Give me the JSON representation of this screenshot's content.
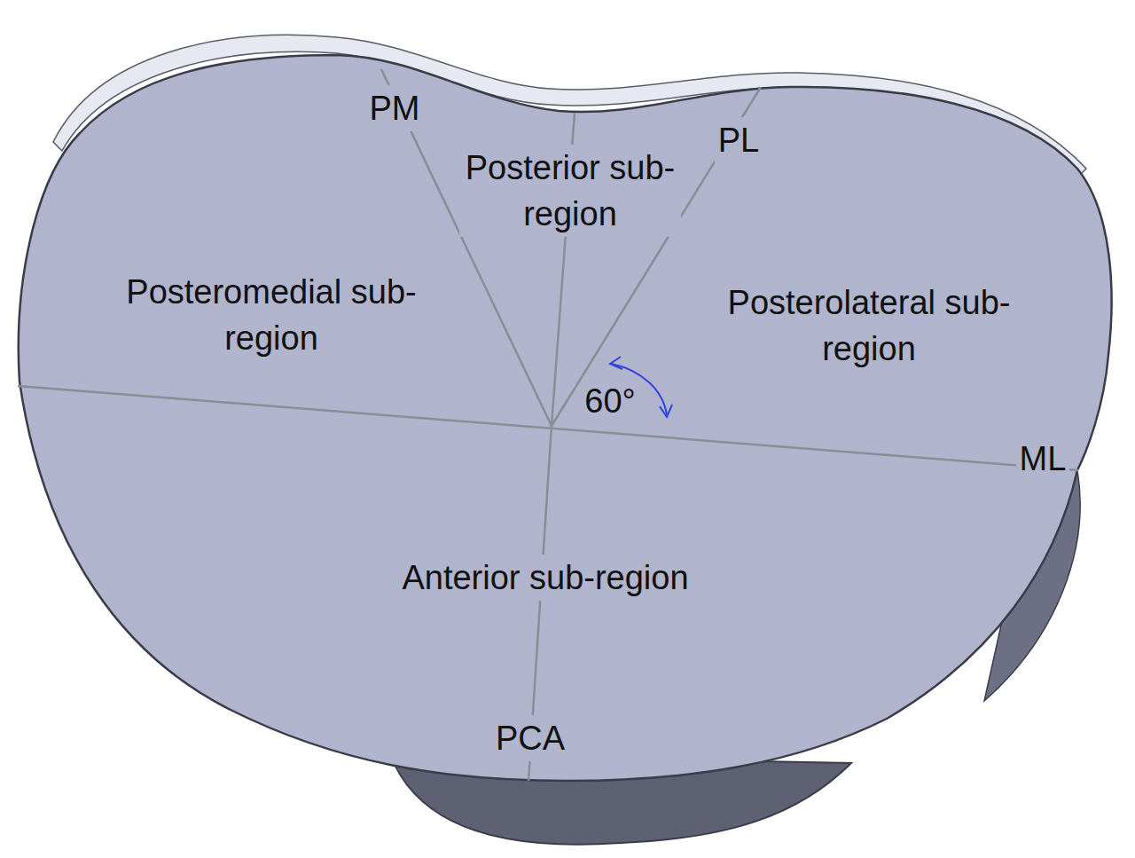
{
  "diagram": {
    "labels": [
      "PM",
      "Posterior sub-region",
      "PL",
      "Posteromedial sub-region",
      "Posterolateral sub-region",
      "60°",
      "ML",
      "Anterior sub-region",
      "PCA"
    ]
  }
}
